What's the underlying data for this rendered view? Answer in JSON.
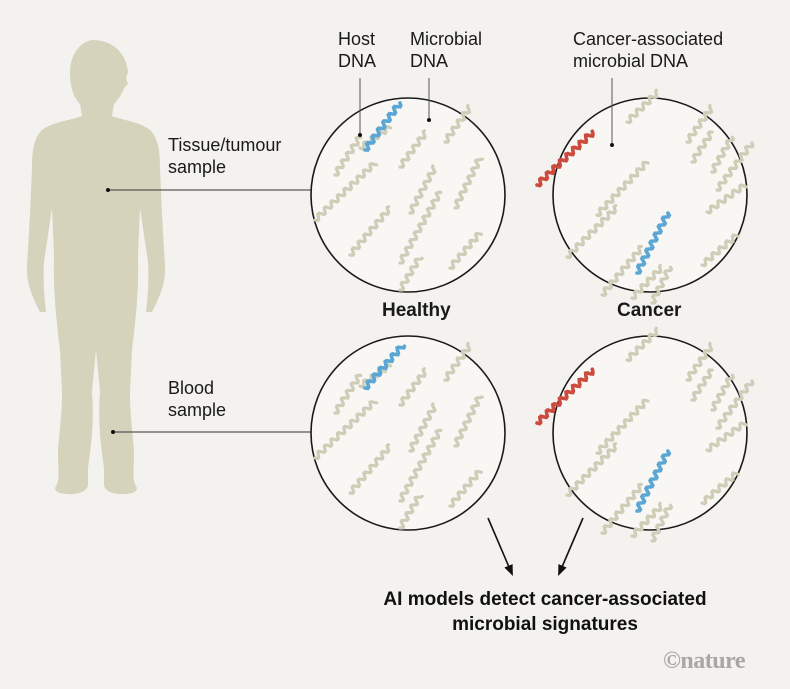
{
  "figure": {
    "labels": {
      "host_dna": [
        "Host",
        "DNA"
      ],
      "microbial_dna": [
        "Microbial",
        "DNA"
      ],
      "cancer_microbial_dna": [
        "Cancer-associated",
        "microbial DNA"
      ],
      "tissue_sample": [
        "Tissue/tumour",
        "sample"
      ],
      "blood_sample": [
        "Blood",
        "sample"
      ],
      "healthy": "Healthy",
      "cancer": "Cancer"
    },
    "conclusion": [
      "AI models detect cancer-associated",
      "microbial signatures"
    ],
    "credit": "©nature",
    "colors": {
      "background": "#f4f2ee",
      "body_silhouette": "#d6d3bd",
      "host_dna": "#cfcdb8",
      "microbial_dna": "#5aa6d4",
      "cancer_microbial_dna": "#cc4b3f",
      "circle_fill": "#f8f7f4",
      "line": "#1a1a1a"
    }
  }
}
